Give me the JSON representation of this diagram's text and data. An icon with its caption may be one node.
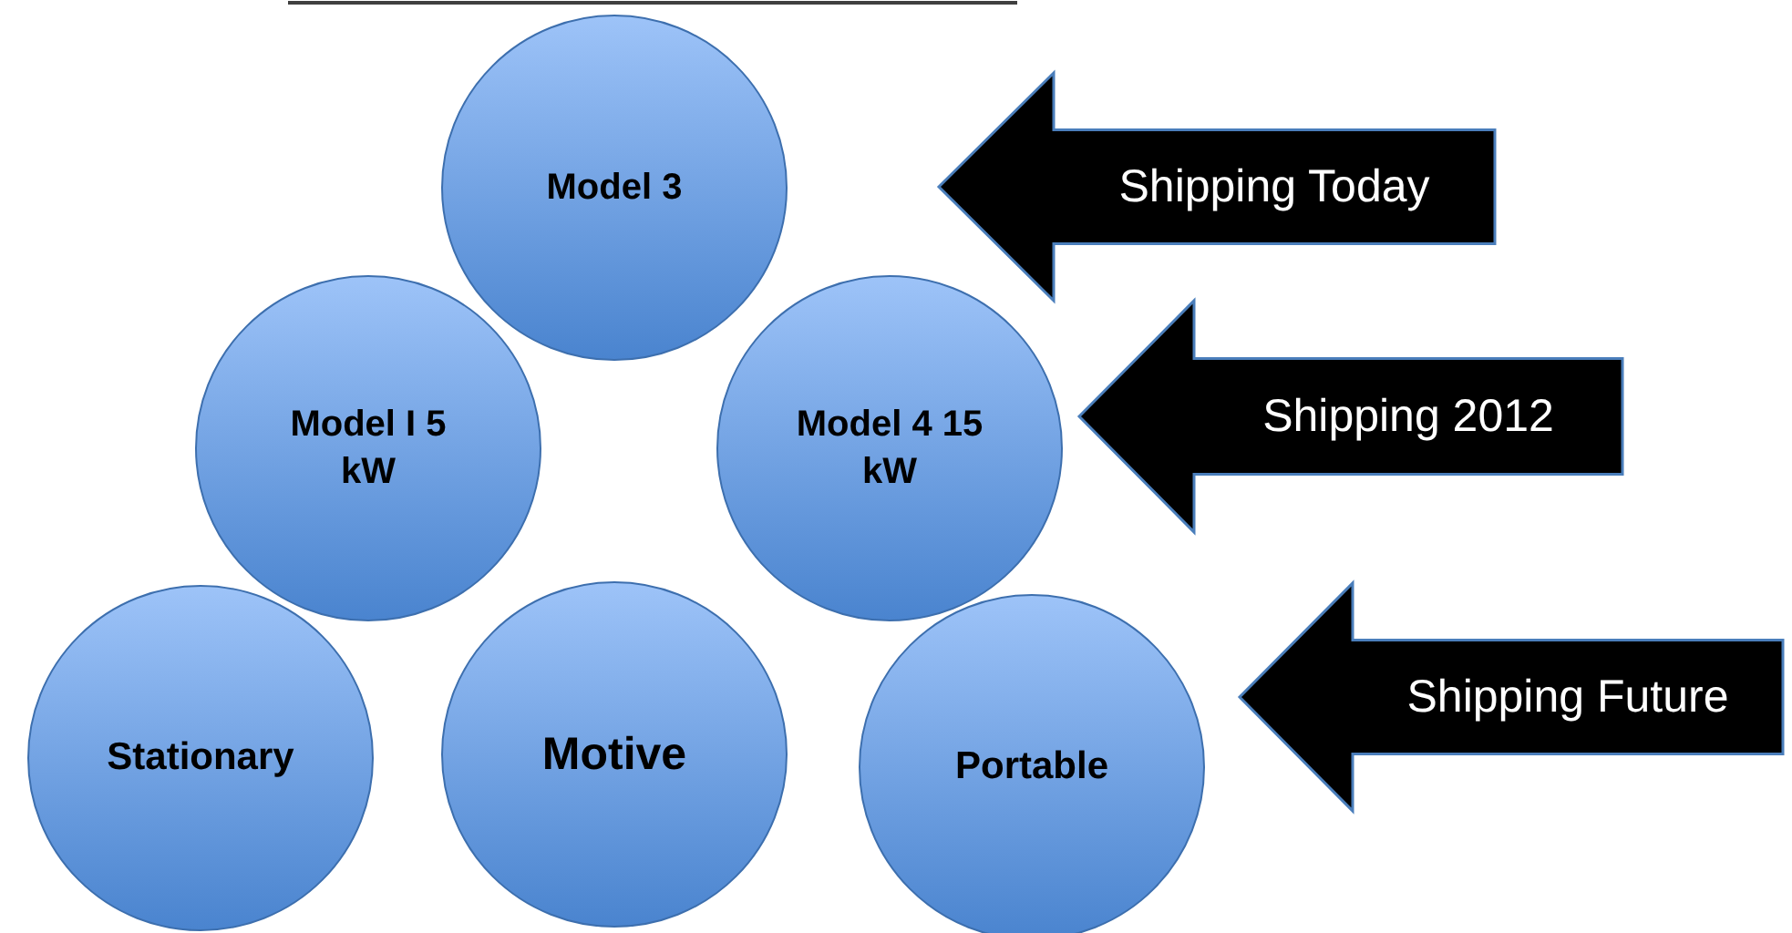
{
  "diagram": {
    "nodes": [
      {
        "text": [
          "Model 3"
        ]
      },
      {
        "text": [
          "Model I 5 kW"
        ]
      },
      {
        "text": [
          "Model 4 15 kW"
        ]
      },
      {
        "text": [
          "Stationary"
        ]
      },
      {
        "text": [
          "Motive"
        ]
      },
      {
        "text": [
          "Portable"
        ]
      },
      {
        "text": [
          "Shipping Today"
        ]
      },
      {
        "text": [
          "Shipping 2012"
        ]
      },
      {
        "text": [
          "Shipping Future"
        ]
      }
    ]
  }
}
